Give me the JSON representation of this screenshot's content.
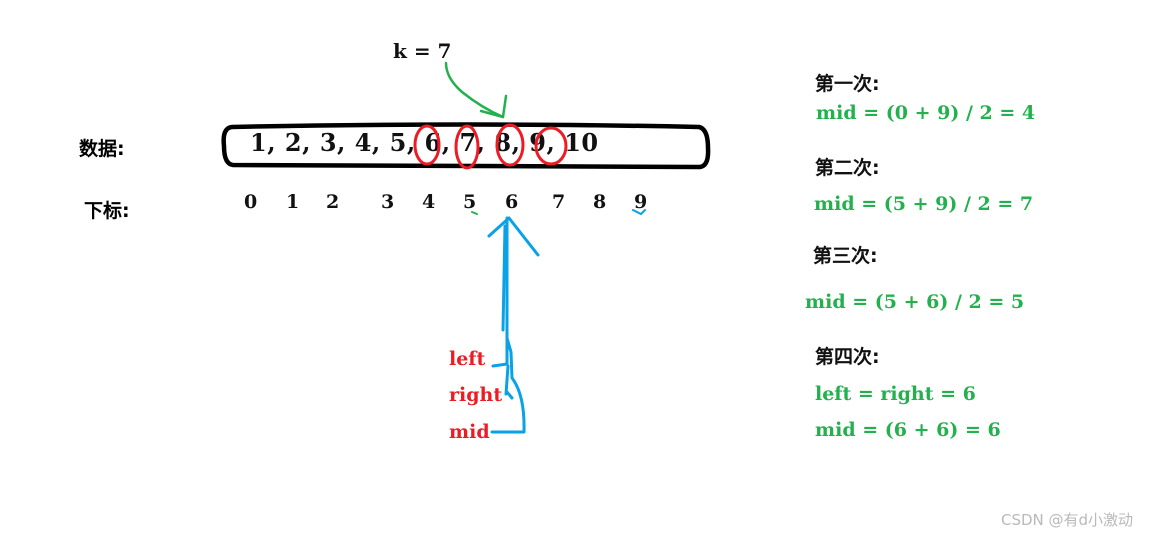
{
  "k_label": "k = 7",
  "data_label": "数据:",
  "index_label": "下标:",
  "array_text": "1,  2,  3,  4,  5,  6,  7,  8,  9,  10",
  "indices": [
    "0",
    "1",
    "2",
    "3",
    "4",
    "5",
    "6",
    "7",
    "8",
    "9"
  ],
  "steps": [
    {
      "title": "第一次:",
      "lines": [
        "mid = (0 + 9) / 2 = 4"
      ]
    },
    {
      "title": "第二次:",
      "lines": [
        "mid = (5 + 9) / 2 = 7"
      ]
    },
    {
      "title": "第三次:",
      "lines": [
        "mid = (5 + 6) / 2 = 5"
      ]
    },
    {
      "title": "第四次:",
      "lines": [
        "left = right = 6",
        "mid = (6 + 6) = 6"
      ]
    }
  ],
  "pointers": [
    "left",
    "right",
    "mid"
  ],
  "watermark": "CSDN @有d小激动",
  "colors": {
    "outline": "#000000",
    "circle": "#ed1c24",
    "green": "#22b14c",
    "blue": "#0aa2e6",
    "red_text": "#ed1c24"
  }
}
